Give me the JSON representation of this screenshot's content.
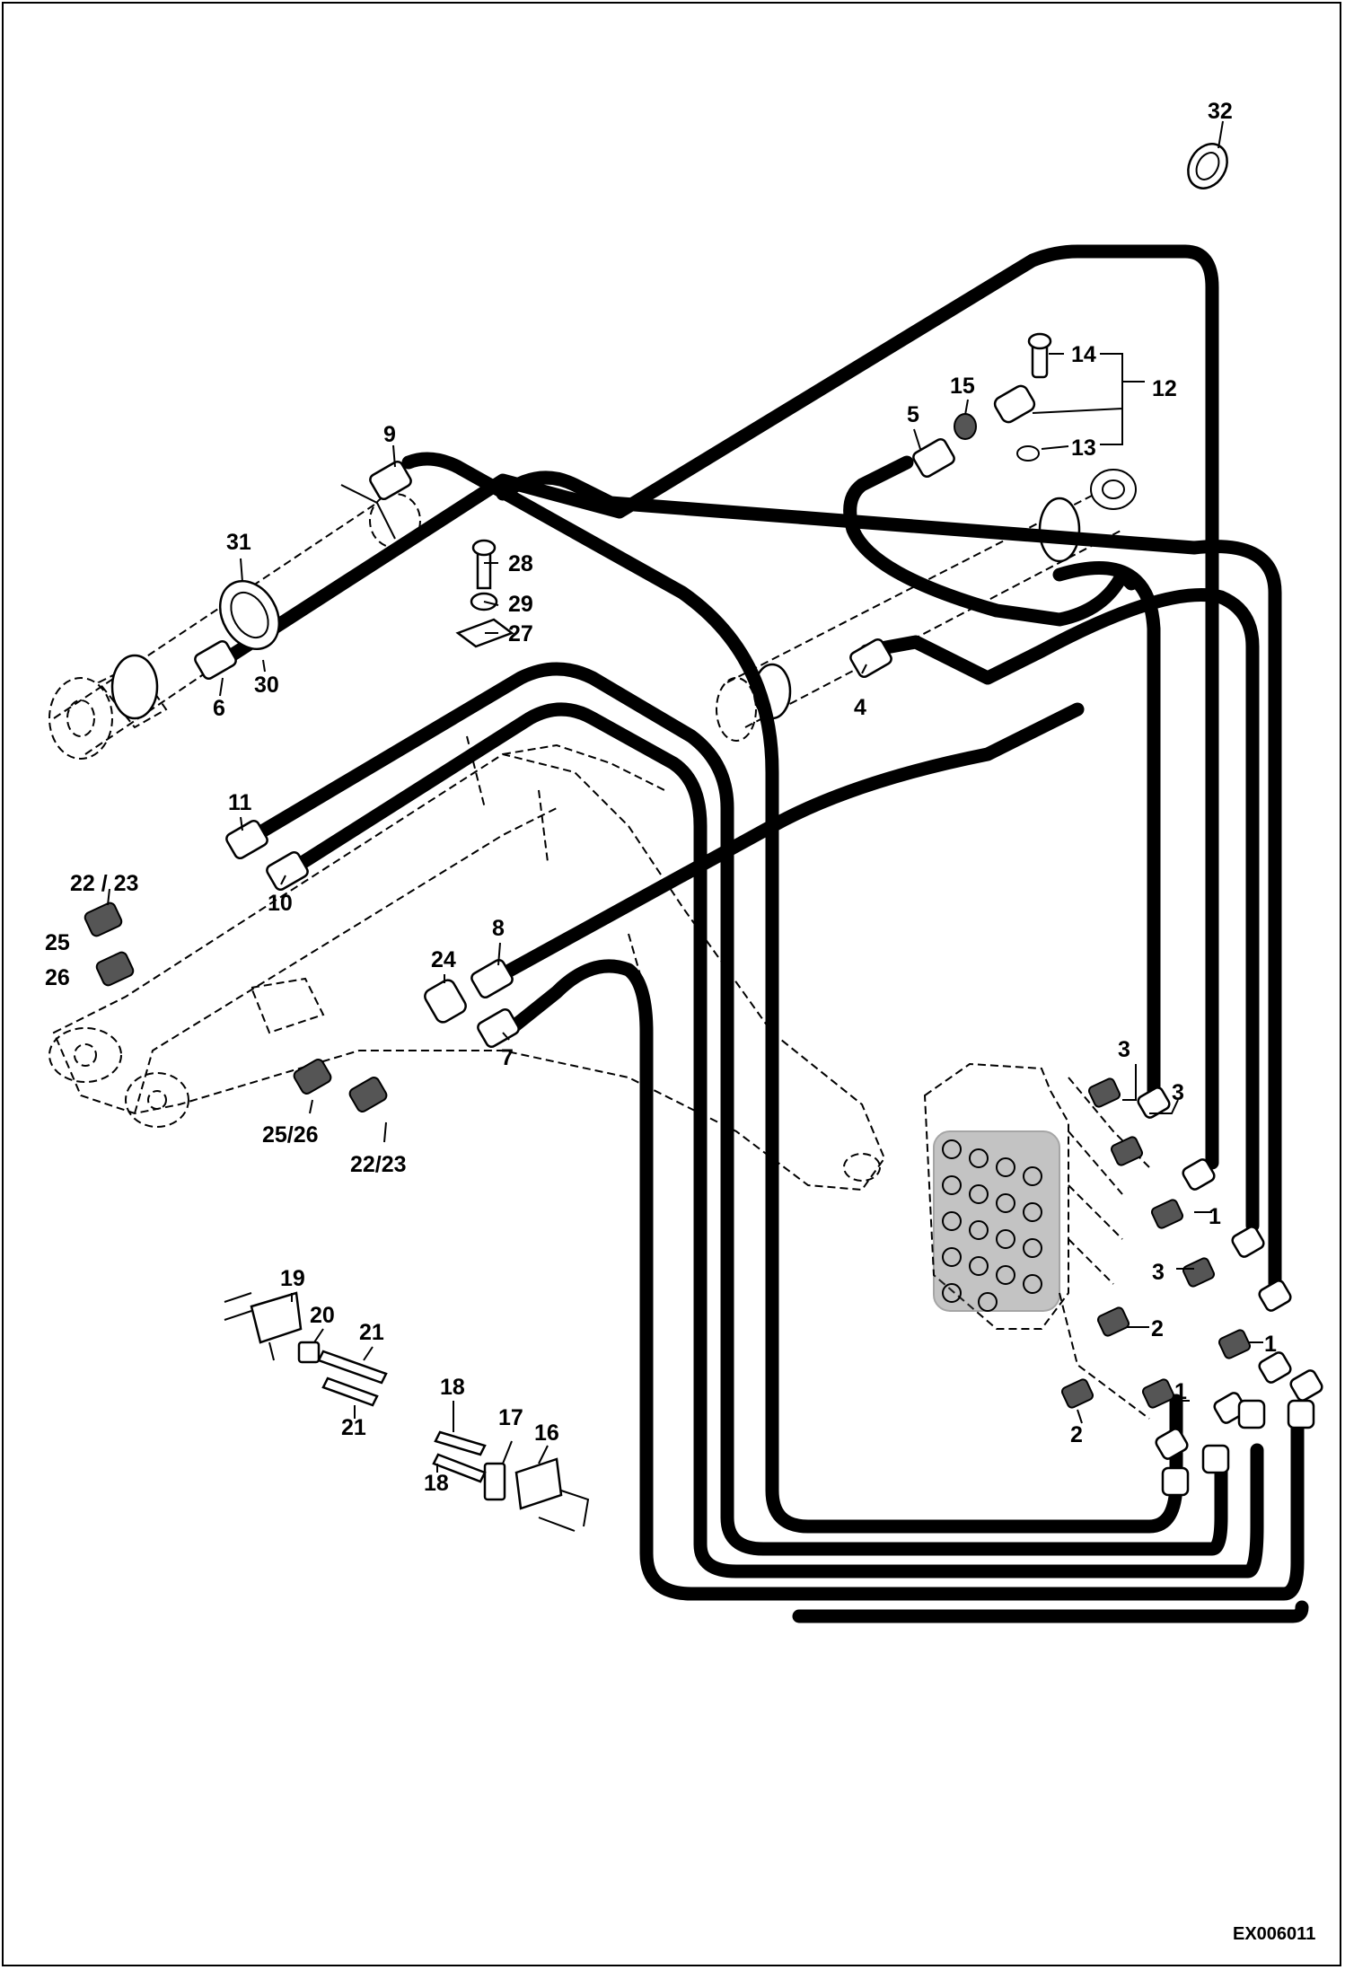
{
  "diagram": {
    "document_id": "EX006011",
    "callouts": [
      {
        "id": "c1a",
        "text": "1"
      },
      {
        "id": "c1b",
        "text": "1"
      },
      {
        "id": "c1c",
        "text": "1"
      },
      {
        "id": "c2a",
        "text": "2"
      },
      {
        "id": "c2b",
        "text": "2"
      },
      {
        "id": "c3a",
        "text": "3"
      },
      {
        "id": "c3b",
        "text": "3"
      },
      {
        "id": "c3c",
        "text": "3"
      },
      {
        "id": "c4",
        "text": "4"
      },
      {
        "id": "c5",
        "text": "5"
      },
      {
        "id": "c6",
        "text": "6"
      },
      {
        "id": "c7",
        "text": "7"
      },
      {
        "id": "c8",
        "text": "8"
      },
      {
        "id": "c9",
        "text": "9"
      },
      {
        "id": "c10",
        "text": "10"
      },
      {
        "id": "c11",
        "text": "11"
      },
      {
        "id": "c12",
        "text": "12"
      },
      {
        "id": "c13",
        "text": "13"
      },
      {
        "id": "c14",
        "text": "14"
      },
      {
        "id": "c15",
        "text": "15"
      },
      {
        "id": "c16",
        "text": "16"
      },
      {
        "id": "c17",
        "text": "17"
      },
      {
        "id": "c18a",
        "text": "18"
      },
      {
        "id": "c18b",
        "text": "18"
      },
      {
        "id": "c19",
        "text": "19"
      },
      {
        "id": "c20",
        "text": "20"
      },
      {
        "id": "c21a",
        "text": "21"
      },
      {
        "id": "c21b",
        "text": "21"
      },
      {
        "id": "c22a",
        "text": "22 / 23"
      },
      {
        "id": "c22b",
        "text": "22/23"
      },
      {
        "id": "c24",
        "text": "24"
      },
      {
        "id": "c25a",
        "text": "25"
      },
      {
        "id": "c26a",
        "text": "26"
      },
      {
        "id": "c2526",
        "text": "25/26"
      },
      {
        "id": "c27",
        "text": "27"
      },
      {
        "id": "c28",
        "text": "28"
      },
      {
        "id": "c29",
        "text": "29"
      },
      {
        "id": "c30",
        "text": "30"
      },
      {
        "id": "c31",
        "text": "31"
      },
      {
        "id": "c32",
        "text": "32"
      }
    ]
  }
}
